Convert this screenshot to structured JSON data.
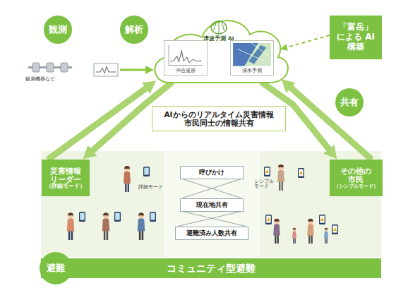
{
  "diagram": {
    "nodes": [
      {
        "text": [
          "観測"
        ]
      },
      {
        "text": [
          "解析"
        ]
      },
      {
        "text": [
          "共有"
        ]
      },
      {
        "text": [
          "「富岳」 による AI 構築"
        ]
      },
      {
        "text": [
          "津波予測 AI"
        ]
      },
      {
        "text": [
          "沖合波形"
        ],
        "in": 4
      },
      {
        "text": [
          "浸水予測"
        ],
        "in": 4
      },
      {
        "text": [
          "AIからのリアルタイム災害情報",
          "市民同士の情報共有"
        ]
      },
      {
        "text": [
          "災害情報 リーダー",
          "（詳細モード）"
        ]
      },
      {
        "text": [
          "その他の 市民",
          "（シンプルモード）"
        ]
      },
      {
        "text": [
          "呼びかけ"
        ]
      },
      {
        "text": [
          "現在地共有"
        ]
      },
      {
        "text": [
          "避難済み人数共有"
        ]
      },
      {
        "text": [
          "避難"
        ]
      },
      {
        "text": [
          "コミュニティ型避難"
        ]
      }
    ],
    "edges": [
      {
        "from": 3,
        "to": 4,
        "arrow": "to"
      },
      {
        "from": 8,
        "to": 4,
        "arrow": "to"
      },
      {
        "from": 4,
        "to": 8,
        "arrow": "to"
      },
      {
        "from": 9,
        "to": 4,
        "arrow": "to"
      },
      {
        "from": 4,
        "to": 9,
        "arrow": "to"
      },
      {
        "from": 10,
        "to": 11,
        "arrow": "none"
      },
      {
        "from": 10,
        "to": 11,
        "arrow": "none"
      },
      {
        "from": 11,
        "to": 12,
        "arrow": "none"
      },
      {
        "from": 11,
        "to": 12,
        "arrow": "none"
      }
    ],
    "labels": [
      "観測機器など",
      "詳細モード",
      "シンプル モード"
    ]
  }
}
